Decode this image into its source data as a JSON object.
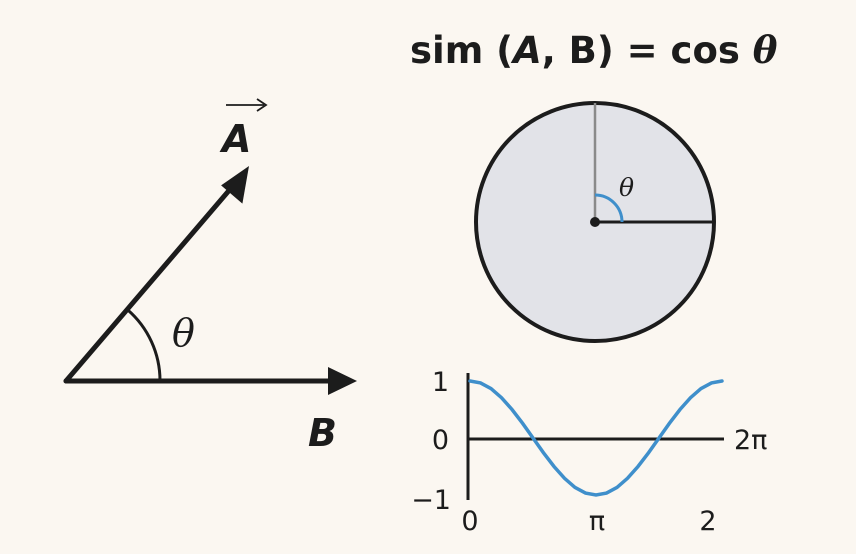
{
  "formula": {
    "prefix": "sim (",
    "var_a": "A",
    "separator": ", B) = cos ",
    "theta": "θ"
  },
  "vectors": {
    "a_label": "A",
    "b_label": "B",
    "angle_label": "θ"
  },
  "circle": {
    "angle_label": "θ"
  },
  "colors": {
    "ink": "#1c1c1c",
    "accent": "#3f8fcb",
    "circle_fill": "#e2e3e8",
    "background": "#fbf7f1",
    "radius_gray": "#8a8a8a"
  },
  "chart_data": {
    "type": "line",
    "series": [
      {
        "x": [
          0,
          0.2618,
          0.5236,
          0.7854,
          1.0472,
          1.309,
          1.5708,
          1.8326,
          2.0944,
          2.3562,
          2.618,
          2.8798,
          3.1416,
          3.4034,
          3.6652,
          3.927,
          4.1888,
          4.4506,
          4.7124,
          4.9742,
          5.236,
          5.4978,
          5.7596,
          6.0214,
          6.2832
        ],
        "y": [
          1,
          0.966,
          0.866,
          0.707,
          0.5,
          0.259,
          0,
          -0.259,
          -0.5,
          -0.707,
          -0.866,
          -0.966,
          -1,
          -0.966,
          -0.866,
          -0.707,
          -0.5,
          -0.259,
          0,
          0.259,
          0.5,
          0.707,
          0.866,
          0.966,
          1
        ]
      }
    ],
    "xlim": [
      0,
      6.2832
    ],
    "ylim": [
      -1,
      1
    ],
    "y_ticks": [
      "1",
      "0",
      "−1"
    ],
    "x_ticks": [
      "0",
      "π",
      "2"
    ],
    "axis_end_label": "2π"
  }
}
